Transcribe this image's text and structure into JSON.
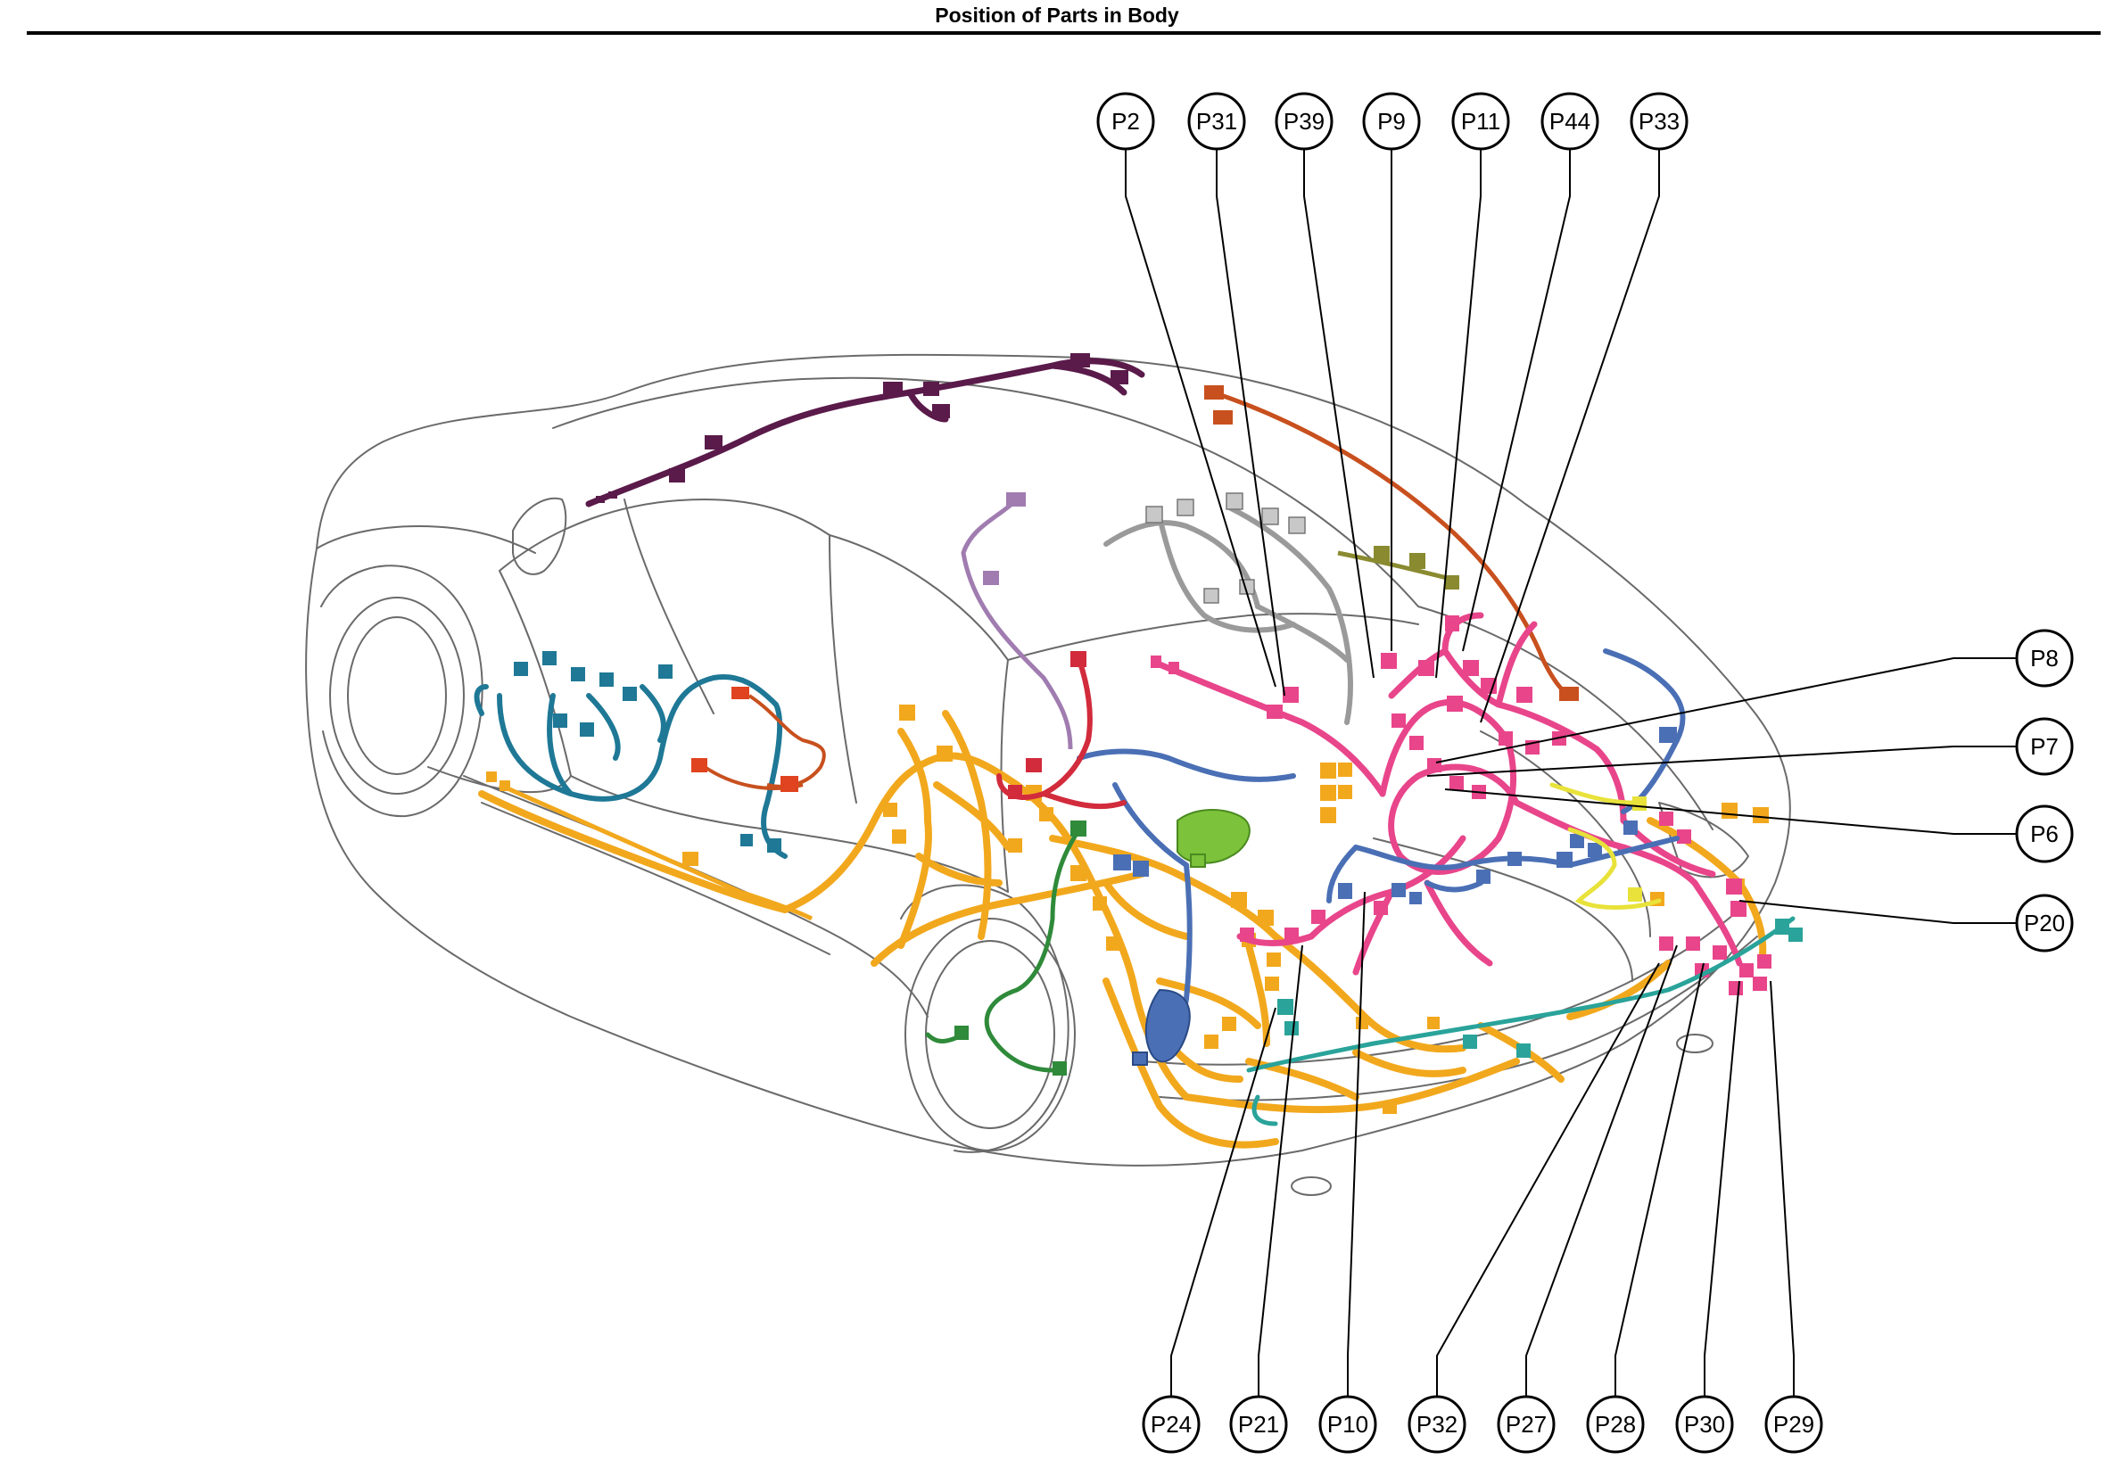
{
  "page": {
    "title": "Position of Parts in Body"
  },
  "callouts": [
    {
      "id": "P2",
      "label": "P2"
    },
    {
      "id": "P31",
      "label": "P31"
    },
    {
      "id": "P39",
      "label": "P39"
    },
    {
      "id": "P9",
      "label": "P9"
    },
    {
      "id": "P11",
      "label": "P11"
    },
    {
      "id": "P44",
      "label": "P44"
    },
    {
      "id": "P33",
      "label": "P33"
    },
    {
      "id": "P8",
      "label": "P8"
    },
    {
      "id": "P7",
      "label": "P7"
    },
    {
      "id": "P6",
      "label": "P6"
    },
    {
      "id": "P20",
      "label": "P20"
    },
    {
      "id": "P24",
      "label": "P24"
    },
    {
      "id": "P21",
      "label": "P21"
    },
    {
      "id": "P10",
      "label": "P10"
    },
    {
      "id": "P32",
      "label": "P32"
    },
    {
      "id": "P27",
      "label": "P27"
    },
    {
      "id": "P28",
      "label": "P28"
    },
    {
      "id": "P30",
      "label": "P30"
    },
    {
      "id": "P29",
      "label": "P29"
    }
  ],
  "harness_colors": {
    "engine_room": "#f2a81d",
    "cowl": "#1e7896",
    "floor": "#e8458b",
    "roof": "#5a1a4a",
    "instrument_panel": "#4a6fb5",
    "rear_door": "#c8501e",
    "luggage": "#2aa39a",
    "fuel": "#2f8a3a",
    "seat": "#9a9a9a",
    "antenna": "#a07cb0",
    "misc_red": "#d22b3c",
    "olive": "#8a8a30",
    "yellow": "#e8e23a",
    "ecu_green": "#7cc23a"
  }
}
